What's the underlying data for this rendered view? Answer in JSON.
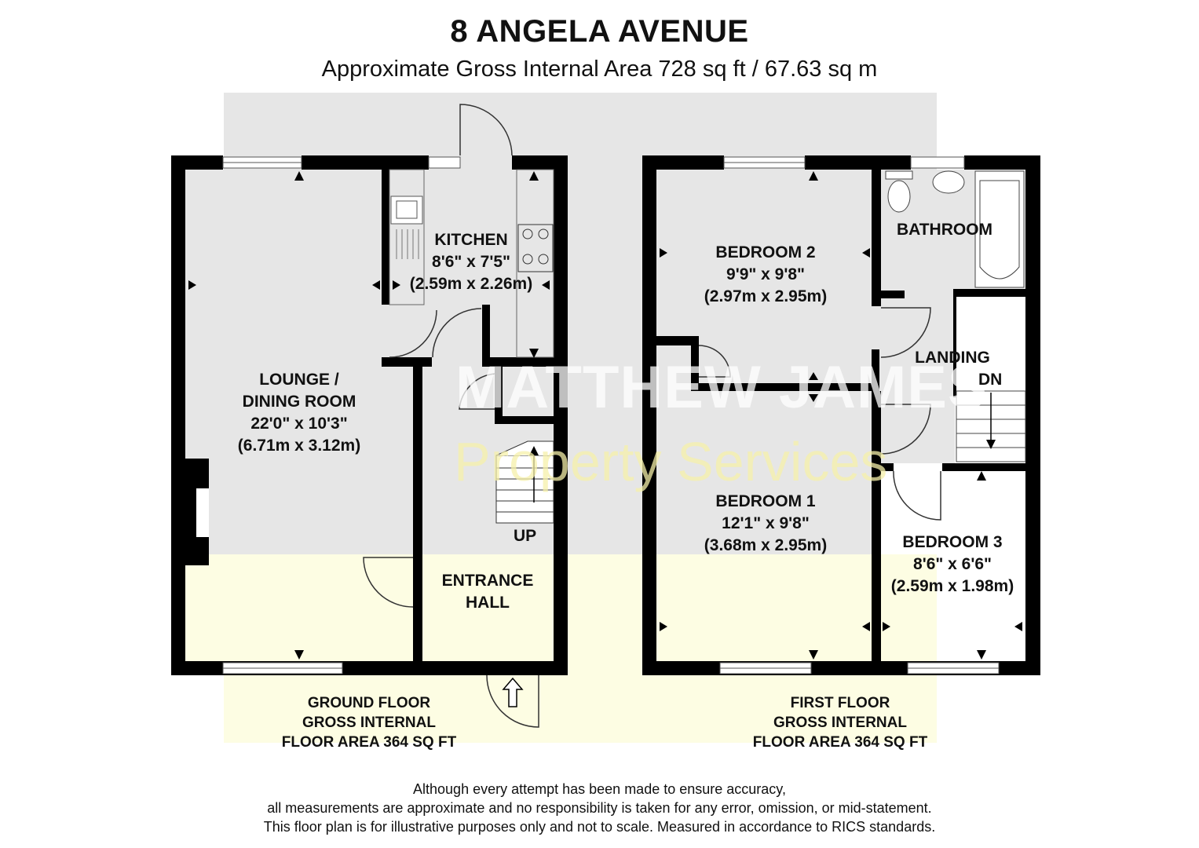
{
  "header": {
    "title": "8 ANGELA AVENUE",
    "subtitle": "Approximate Gross Internal Area 728 sq ft / 67.63 sq m"
  },
  "watermark": {
    "line1": "MATTHEW JAMES",
    "line2": "Property Services"
  },
  "ground_floor": {
    "rooms": {
      "kitchen": {
        "name": "KITCHEN",
        "imperial": "8'6\" x 7'5\"",
        "metric": "(2.59m x 2.26m)"
      },
      "lounge": {
        "name_line1": "LOUNGE /",
        "name_line2": "DINING ROOM",
        "imperial": "22'0\" x 10'3\"",
        "metric": "(6.71m x 3.12m)"
      },
      "entrance_hall": {
        "name_line1": "ENTRANCE",
        "name_line2": "HALL"
      }
    },
    "stairs_label": "UP",
    "label": {
      "line1": "GROUND FLOOR",
      "line2": "GROSS INTERNAL",
      "line3": "FLOOR AREA 364 SQ FT"
    }
  },
  "first_floor": {
    "rooms": {
      "bedroom2": {
        "name": "BEDROOM 2",
        "imperial": "9'9\" x 9'8\"",
        "metric": "(2.97m x 2.95m)"
      },
      "bathroom": {
        "name": "BATHROOM"
      },
      "landing": {
        "name": "LANDING"
      },
      "bedroom1": {
        "name": "BEDROOM 1",
        "imperial": "12'1\" x 9'8\"",
        "metric": "(3.68m x 2.95m)"
      },
      "bedroom3": {
        "name": "BEDROOM 3",
        "imperial": "8'6\" x 6'6\"",
        "metric": "(2.59m x 1.98m)"
      }
    },
    "stairs_label": "DN",
    "label": {
      "line1": "FIRST FLOOR",
      "line2": "GROSS INTERNAL",
      "line3": "FLOOR AREA 364 SQ FT"
    }
  },
  "disclaimer": {
    "line1": "Although every attempt has been made to ensure accuracy,",
    "line2": "all measurements are approximate and no responsibility is taken for any error, omission, or mid-statement.",
    "line3": "This floor plan is for illustrative purposes only and not to scale. Measured in accordance to RICS standards."
  },
  "colors": {
    "wall": "#000000",
    "background_grey": "#e6e6e6",
    "background_yellow": "#fdfde3",
    "room_fill": "#e6e6e6"
  }
}
